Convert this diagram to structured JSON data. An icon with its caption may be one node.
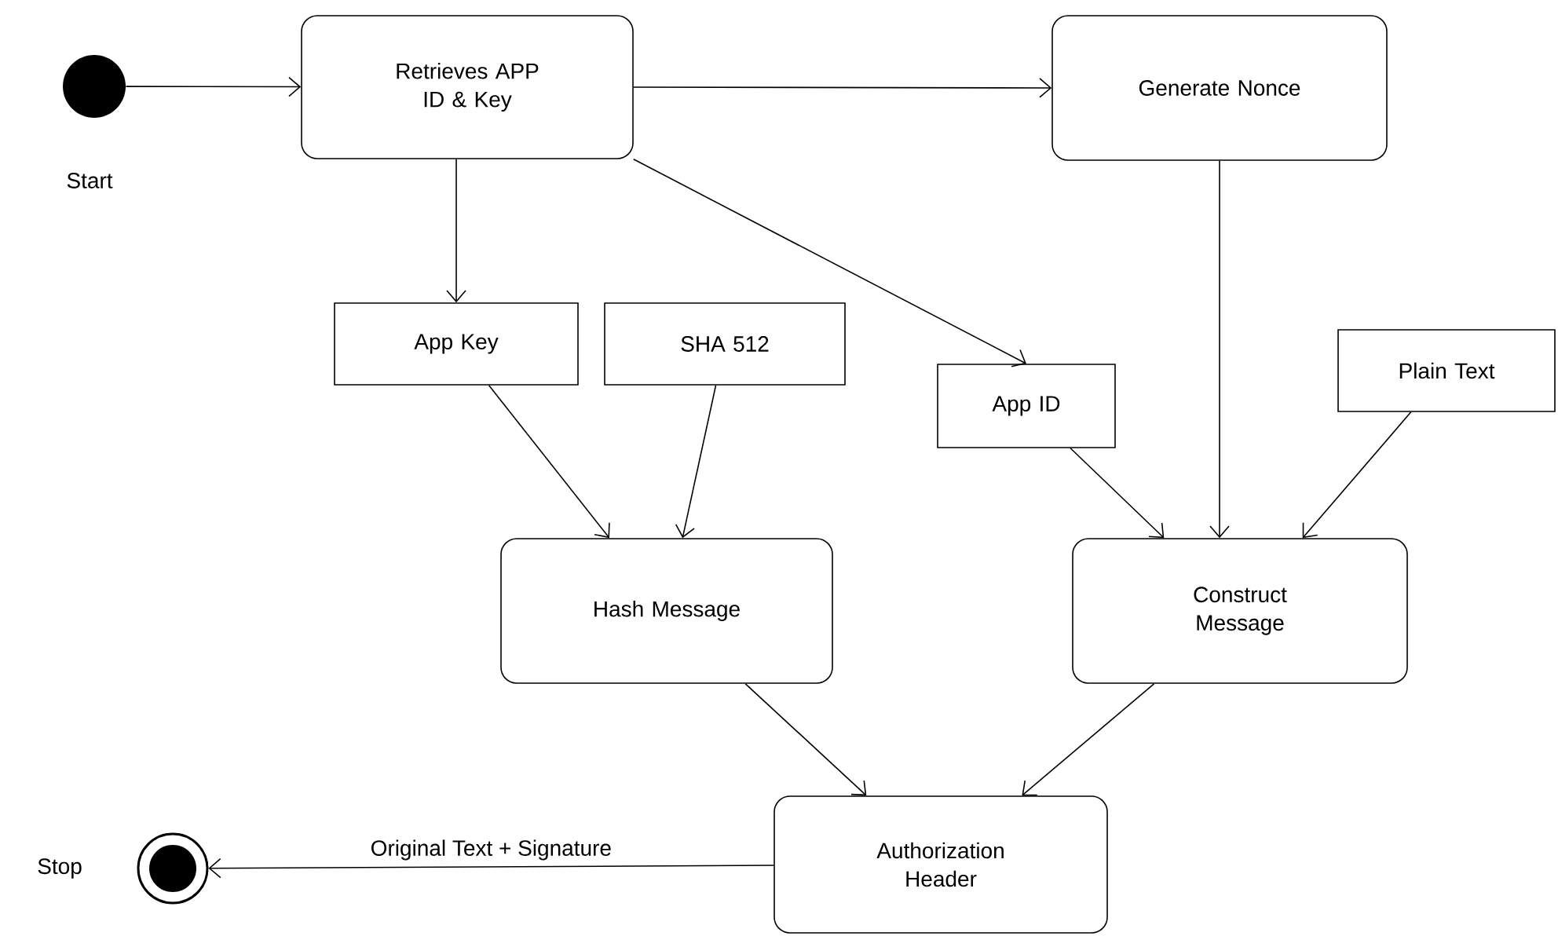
{
  "diagram": {
    "nodes": [
      {
        "text": [],
        "shape": "circle",
        "beside": [
          "Start"
        ]
      },
      {
        "text": [
          "Retrieves APP ID & Key"
        ]
      },
      {
        "text": [
          "Generate Nonce"
        ]
      },
      {
        "text": [
          "App Key"
        ]
      },
      {
        "text": [
          "SHA 512"
        ]
      },
      {
        "text": [
          "App ID"
        ]
      },
      {
        "text": [
          "Plain Text"
        ]
      },
      {
        "text": [
          "Hash Message"
        ]
      },
      {
        "text": [
          "Construct Message"
        ]
      },
      {
        "text": [
          "Authorization Header"
        ]
      },
      {
        "text": [],
        "shape": "circle",
        "beside": [
          "Stop"
        ]
      }
    ],
    "edges": [
      {
        "from": 0,
        "to": 1,
        "arrow": "to"
      },
      {
        "from": 1,
        "to": 2,
        "arrow": "to"
      },
      {
        "from": 1,
        "to": 3,
        "arrow": "to"
      },
      {
        "from": 1,
        "to": 5,
        "arrow": "to"
      },
      {
        "from": 2,
        "to": 8,
        "arrow": "to"
      },
      {
        "from": 3,
        "to": 7,
        "arrow": "to"
      },
      {
        "from": 4,
        "to": 7,
        "arrow": "to"
      },
      {
        "from": 5,
        "to": 8,
        "arrow": "to"
      },
      {
        "from": 6,
        "to": 8,
        "arrow": "to"
      },
      {
        "from": 7,
        "to": 9,
        "arrow": "to"
      },
      {
        "from": 8,
        "to": 9,
        "arrow": "to"
      },
      {
        "from": 9,
        "to": 10,
        "arrow": "to",
        "label": "Original Text + Signature"
      }
    ]
  }
}
